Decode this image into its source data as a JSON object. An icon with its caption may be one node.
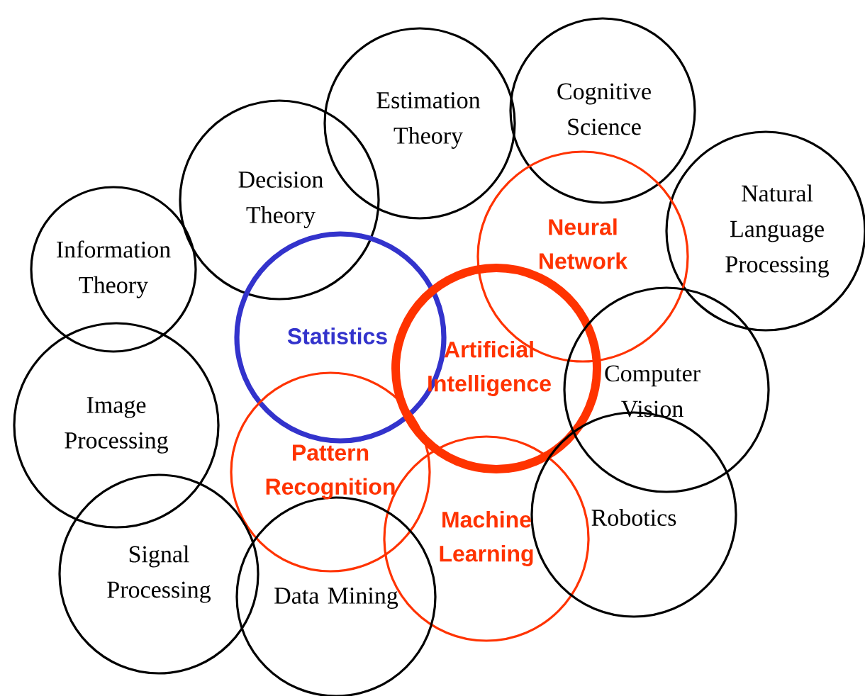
{
  "diagram": {
    "nodes": [
      {
        "text": [
          "Estimation Theory"
        ]
      },
      {
        "text": [
          "Cognitive Science"
        ]
      },
      {
        "text": [
          "Decision Theory"
        ]
      },
      {
        "text": [
          "Natural Language Processing"
        ]
      },
      {
        "text": [
          "Neural Network"
        ]
      },
      {
        "text": [
          "Information Theory"
        ]
      },
      {
        "text": [
          "Statistics"
        ]
      },
      {
        "text": [
          "Artificial Intelligence"
        ]
      },
      {
        "text": [
          "Computer Vision"
        ]
      },
      {
        "text": [
          "Image Processing"
        ]
      },
      {
        "text": [
          "Pattern Recognition"
        ]
      },
      {
        "text": [
          "Machine Learning"
        ]
      },
      {
        "text": [
          "Robotics"
        ]
      },
      {
        "text": [
          "Signal Processing"
        ]
      },
      {
        "text": [
          "Data Mining"
        ]
      }
    ]
  }
}
